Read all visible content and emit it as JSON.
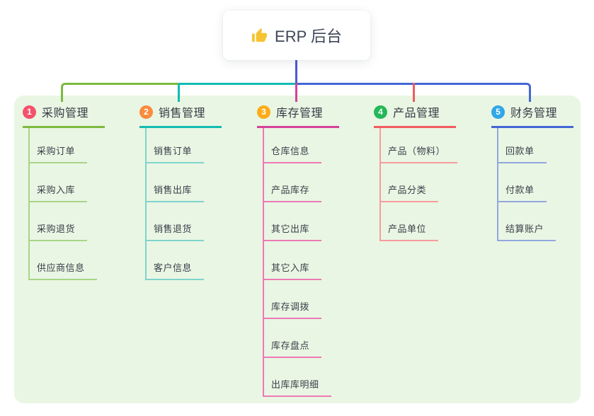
{
  "root": {
    "label": "ERP 后台",
    "icon": "thumbs-up-icon",
    "icon_color": "#F6C333",
    "stem_color": "#4C59D5"
  },
  "panel": {
    "background": "#E9F6E3"
  },
  "branches": [
    {
      "badge": "1",
      "label": "采购管理",
      "badge_color": "#F4516C",
      "line_color": "#7CB93E",
      "child_line_color": "#A9D488",
      "children": [
        "采购订单",
        "采购入库",
        "采购退货",
        "供应商信息"
      ]
    },
    {
      "badge": "2",
      "label": "销售管理",
      "badge_color": "#FB8B3D",
      "line_color": "#12BCB2",
      "child_line_color": "#7FD4CD",
      "children": [
        "销售订单",
        "销售出库",
        "销售退货",
        "客户信息"
      ]
    },
    {
      "badge": "3",
      "label": "库存管理",
      "badge_color": "#FBAD18",
      "line_color": "#D6409B",
      "child_line_color": "#EE79B6",
      "children": [
        "仓库信息",
        "产品库存",
        "其它出库",
        "其它入库",
        "库存调拨",
        "库存盘点",
        "出库库明细"
      ]
    },
    {
      "badge": "4",
      "label": "产品管理",
      "badge_color": "#23B858",
      "line_color": "#F15B5E",
      "child_line_color": "#F79C9E",
      "children": [
        "产品（物料）",
        "产品分类",
        "产品单位"
      ]
    },
    {
      "badge": "5",
      "label": "财务管理",
      "badge_color": "#2FA7E8",
      "line_color": "#4467D6",
      "child_line_color": "#92A7DE",
      "children": [
        "回款单",
        "付款单",
        "结算账户"
      ]
    }
  ]
}
